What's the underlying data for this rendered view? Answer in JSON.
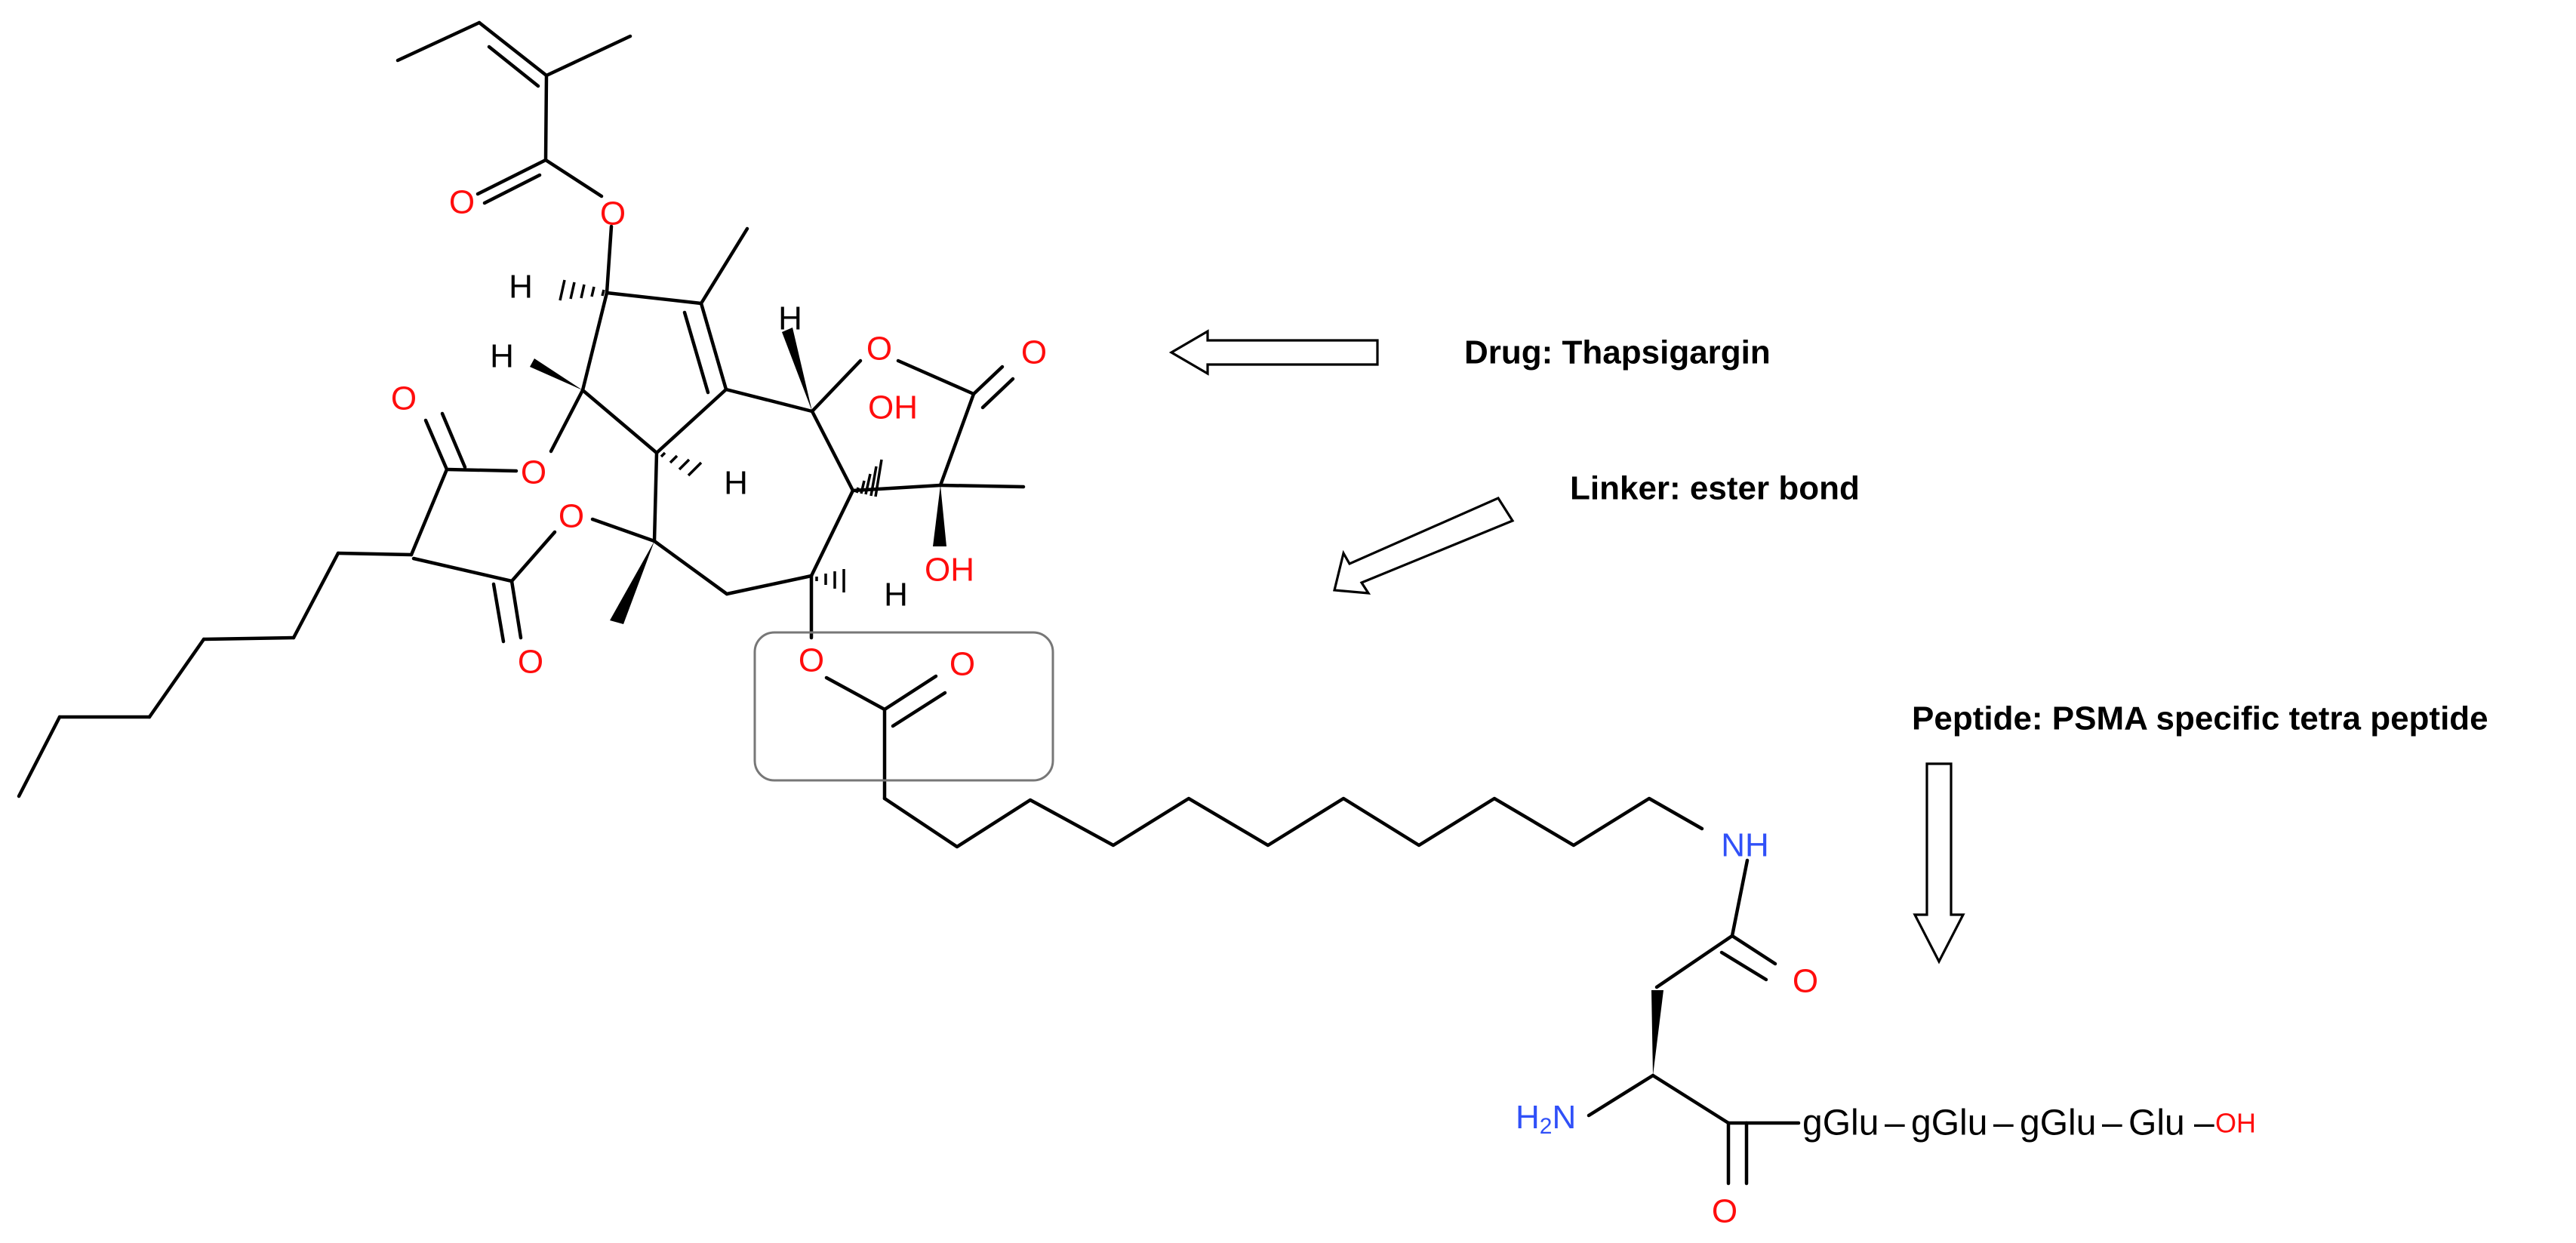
{
  "colors": {
    "bond": "#000000",
    "oxygen": "#ff0d0d",
    "nitrogen": "#3050f8",
    "text": "#000000",
    "box": "#777777"
  },
  "labels": {
    "drug": "Drug: Thapsigargin",
    "linker": "Linker: ester bond",
    "peptide": "Peptide: PSMA specific tetra peptide"
  },
  "atoms": {
    "O": "O",
    "H": "H",
    "OH": "OH",
    "NH": "NH",
    "H2N_H": "H",
    "H2N_sub": "2",
    "H2N_N": "N"
  },
  "sequence": {
    "r1": "gGlu",
    "r2": "gGlu",
    "r3": "gGlu",
    "r4": "Glu",
    "dash": "–",
    "terminal": "OH"
  },
  "icons": [
    "hollow-arrow-left",
    "hollow-arrow-down-left",
    "hollow-arrow-down"
  ]
}
